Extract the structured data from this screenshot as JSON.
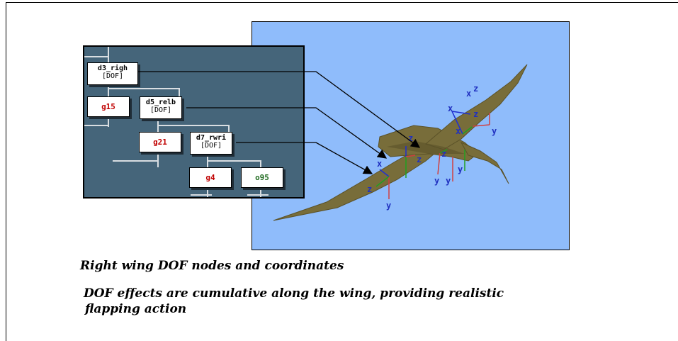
{
  "graph": {
    "nodes": [
      {
        "name": "d3_righ",
        "type": "[DOF]"
      },
      {
        "name": "d5_relb",
        "type": "[DOF]"
      },
      {
        "name": "d7_rwri",
        "type": "[DOF]"
      }
    ],
    "leaves": [
      {
        "label": "g15",
        "color": "#c00000"
      },
      {
        "label": "g21",
        "color": "#c00000"
      },
      {
        "label": "g4",
        "color": "#c00000"
      },
      {
        "label": "o95",
        "color": "#1f6a1f"
      }
    ]
  },
  "view3d": {
    "background": "#8fbcfb",
    "wing_color": "#786d3a",
    "axis_labels": {
      "x": "x",
      "y": "y",
      "z": "z"
    }
  },
  "captions": {
    "title": "Right wing DOF nodes and coordinates",
    "description_line1": "DOF effects are cumulative along the wing, providing realistic",
    "description_line2": "flapping action"
  }
}
